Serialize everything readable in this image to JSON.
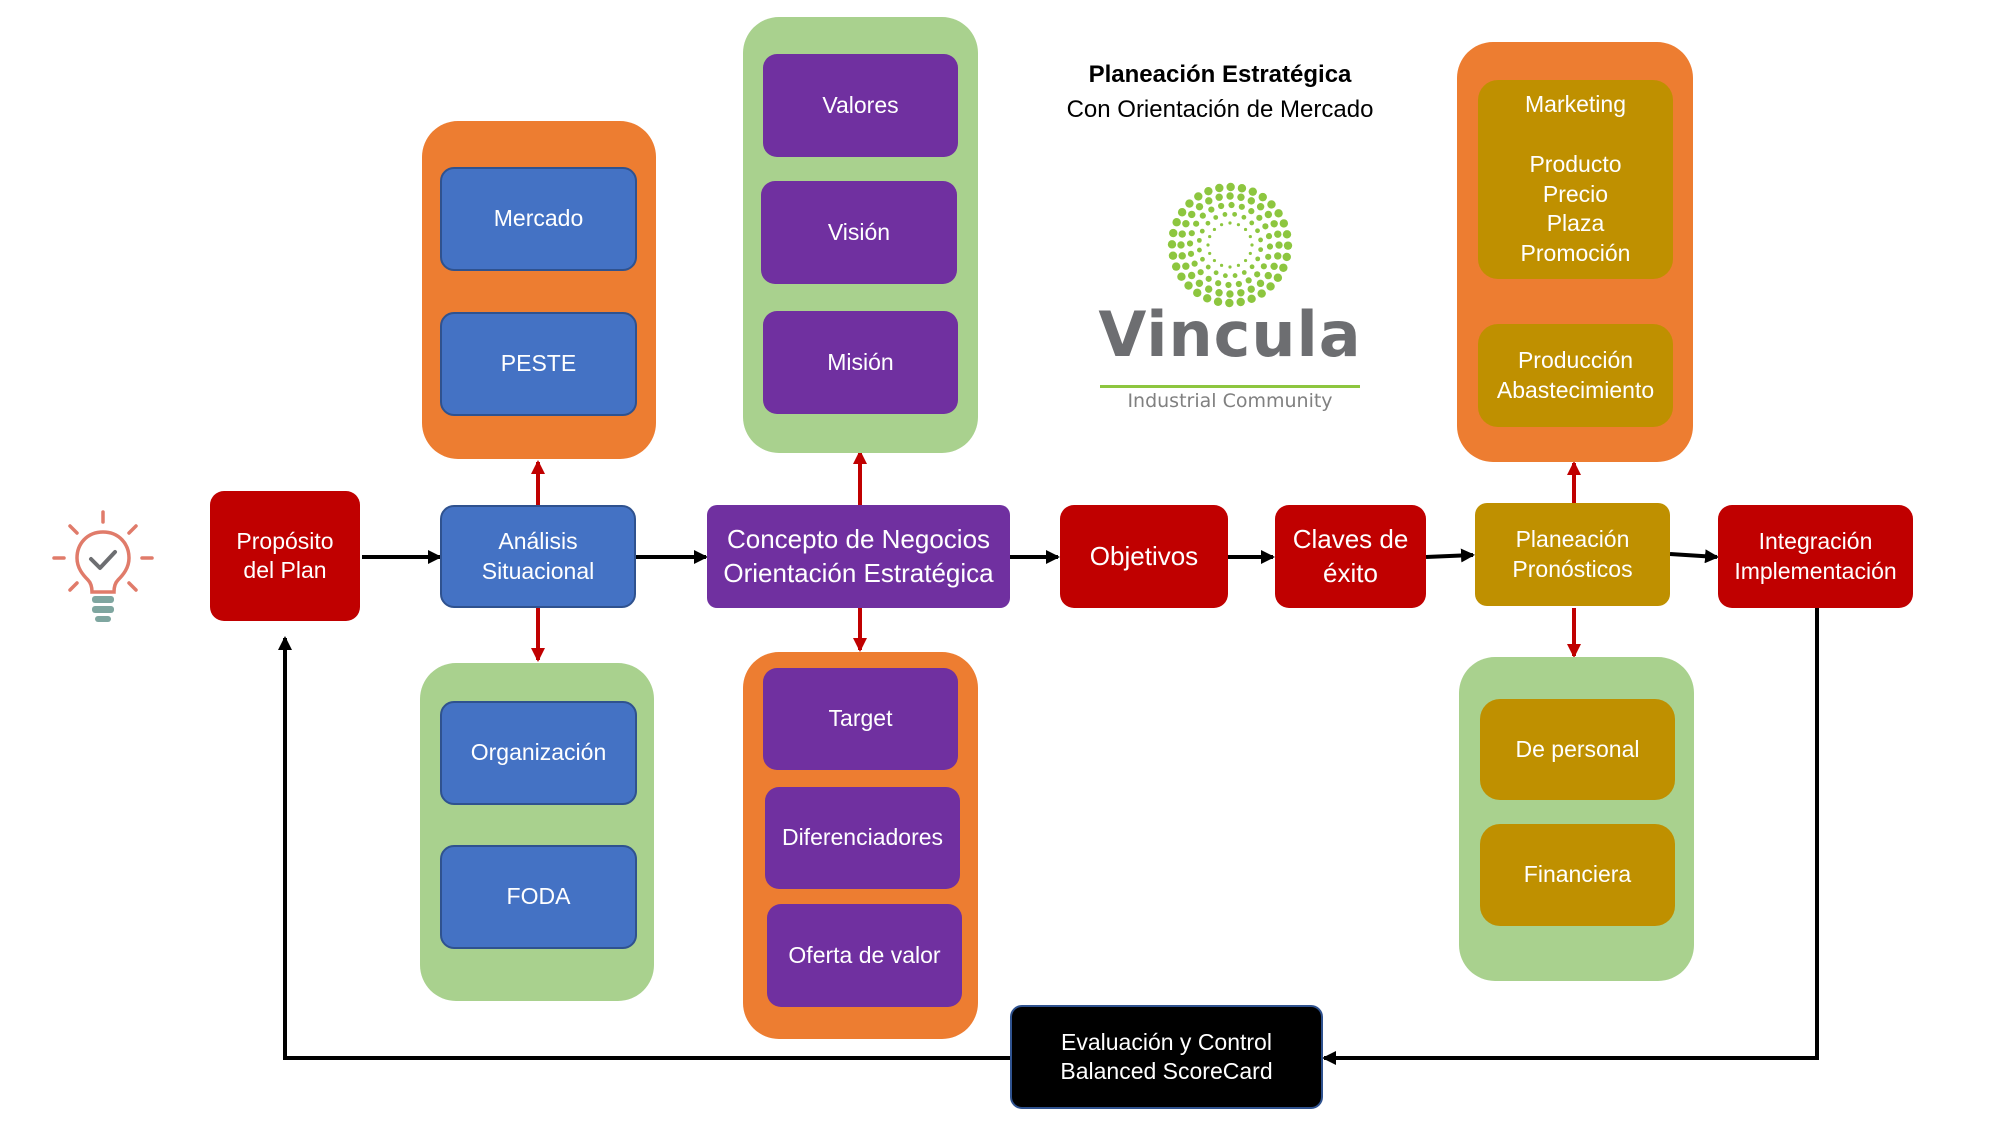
{
  "header": {
    "title": "Planeación Estratégica",
    "subtitle": "Con Orientación de Mercado"
  },
  "logo": {
    "name": "Vincula",
    "tagline": "Industrial Community",
    "color_dots": "#8DC63F",
    "color_text": "#6D6E71"
  },
  "icons": {
    "idea": "lightbulb-check-icon"
  },
  "colors": {
    "orange": "#ED7D31",
    "green": "#A9D18E",
    "blue": "#4472C4",
    "purple": "#7030A0",
    "red": "#C00000",
    "gold": "#BF9000",
    "black": "#000000"
  },
  "flow": {
    "proposito": "Propósito\ndel Plan",
    "analisis": "Análisis\nSituacional",
    "concepto": "Concepto de Negocios\nOrientación Estratégica",
    "objetivos": "Objetivos",
    "claves": "Claves de\néxito",
    "planeacion": "Planeación\nPronósticos",
    "integracion": "Integración\nImplementación",
    "evaluacion": "Evaluación y Control\nBalanced ScoreCard"
  },
  "analisis_top": [
    "Mercado",
    "PESTE"
  ],
  "analisis_bottom": [
    "Organización",
    "FODA"
  ],
  "concepto_top": [
    "Valores",
    "Visión",
    "Misión"
  ],
  "concepto_bottom": [
    "Target",
    "Diferenciadores",
    "Oferta de valor"
  ],
  "planeacion_top": {
    "marketing": "Marketing\n\nProducto\nPrecio\nPlaza\nPromoción",
    "produccion": "Producción\nAbastecimiento"
  },
  "planeacion_bottom": [
    "De personal",
    "Financiera"
  ]
}
